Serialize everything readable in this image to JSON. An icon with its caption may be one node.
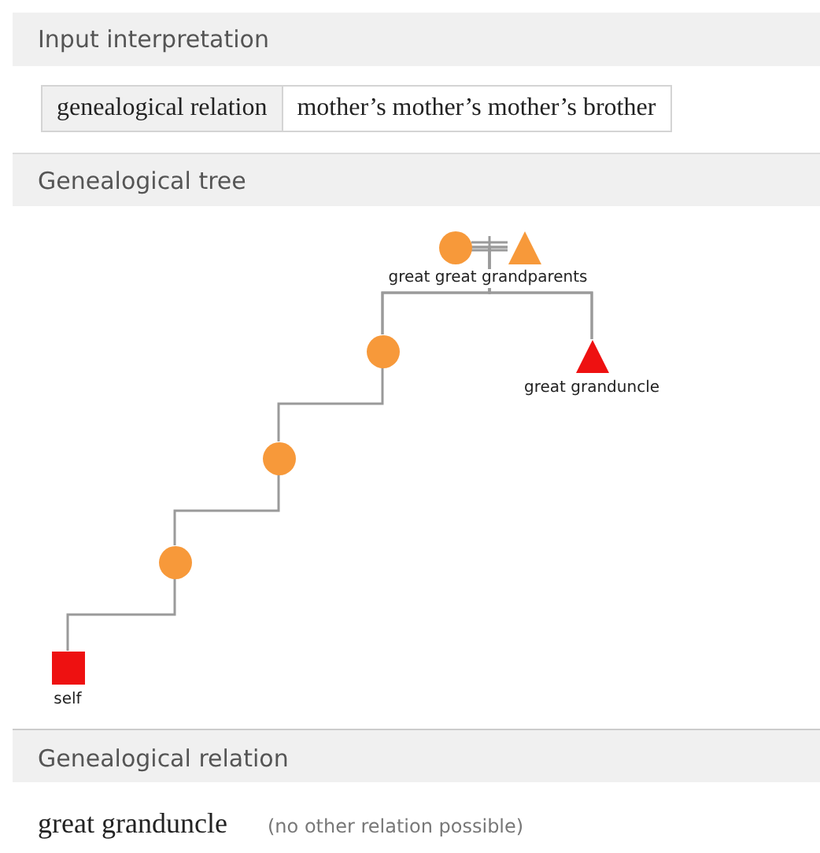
{
  "diagram": {
    "nodes": [
      {
        "text": [],
        "shape": "circle"
      },
      {
        "text": [],
        "shape": "triangle"
      },
      {
        "text": [],
        "shape": "circle"
      },
      {
        "text": [],
        "shape": "triangle",
        "beside": [
          "great granduncle"
        ]
      },
      {
        "text": [],
        "shape": "circle"
      },
      {
        "text": [],
        "shape": "circle"
      },
      {
        "text": [],
        "shape": "box",
        "beside": [
          "self"
        ]
      }
    ],
    "edges": [
      {
        "from": 0,
        "to": 1,
        "arrow": "none"
      },
      {
        "from": 0,
        "to": 2,
        "arrow": "none"
      },
      {
        "from": 1,
        "to": 2,
        "arrow": "none"
      },
      {
        "from": 0,
        "to": 3,
        "arrow": "none"
      },
      {
        "from": 1,
        "to": 3,
        "arrow": "none"
      },
      {
        "from": 2,
        "to": 4,
        "arrow": "none"
      },
      {
        "from": 4,
        "to": 5,
        "arrow": "none"
      },
      {
        "from": 5,
        "to": 6,
        "arrow": "none"
      }
    ],
    "labels": [
      "Input interpretation",
      "genealogical relation",
      "mother’s mother’s mother’s brother",
      "Genealogical tree",
      "great great grandparents",
      "Genealogical relation",
      "great granduncle",
      "(no other relation possible)"
    ]
  }
}
